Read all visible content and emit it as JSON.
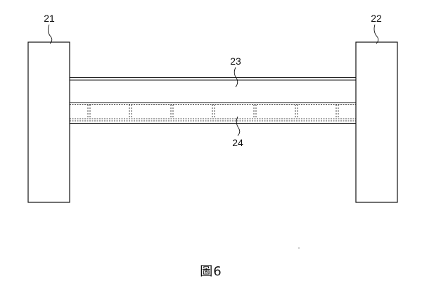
{
  "figure": {
    "caption": "圖6",
    "line_color": "#111111",
    "background": "#ffffff"
  },
  "labels": {
    "left_block": "21",
    "right_block": "22",
    "upper_member": "23",
    "lower_member": "24"
  }
}
